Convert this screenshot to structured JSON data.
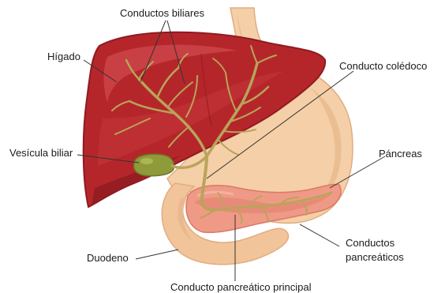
{
  "labels": {
    "bile_ducts": "Conductos biliares",
    "liver": "Hígado",
    "common_bile_duct": "Conducto colédoco",
    "gallbladder": "Vesícula biliar",
    "pancreas": "Páncreas",
    "duodenum": "Duodeno",
    "pancreatic_ducts_line1": "Conductos",
    "pancreatic_ducts_line2": "pancreáticos",
    "main_pancreatic_duct": "Conducto pancreático principal"
  },
  "colors": {
    "liver": "#b5262b",
    "liver_highlight": "#cf4a4d",
    "liver_shadow": "#8e1b21",
    "ducts": "#b9a45a",
    "gallbladder": "#8f9a3a",
    "stomach": "#f5cfa7",
    "stomach_shadow": "#e9b98d",
    "duodenum": "#f2c49a",
    "pancreas": "#ef9a86",
    "pancreas_dark": "#e07f6e"
  }
}
